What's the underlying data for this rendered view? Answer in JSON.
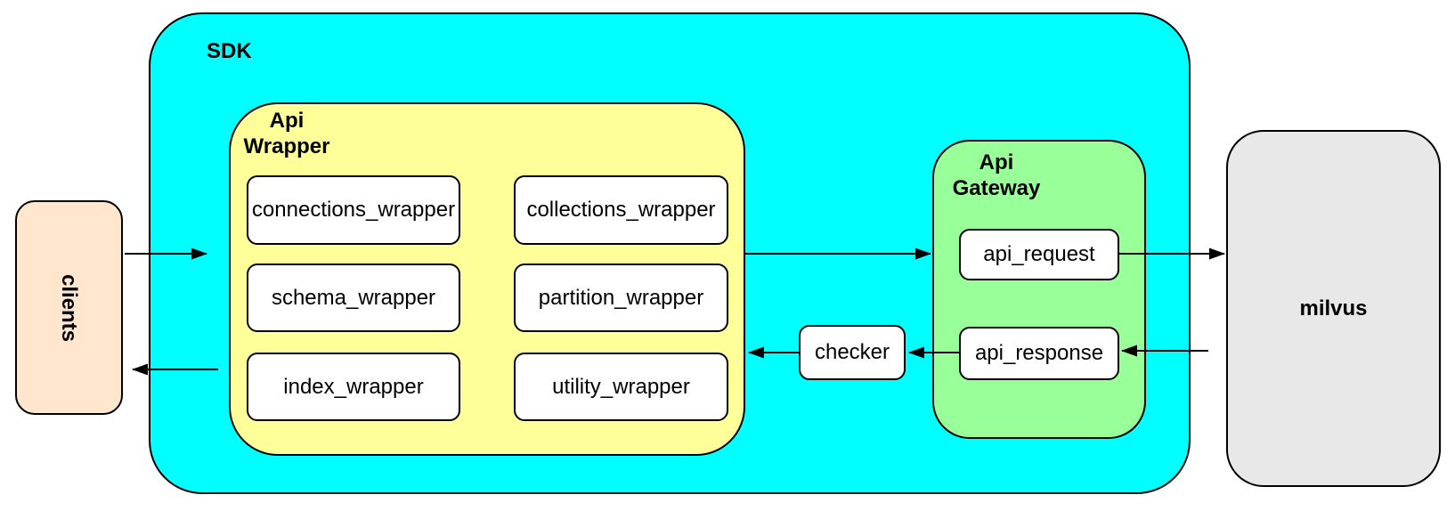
{
  "diagram": {
    "clients": {
      "label": "clients"
    },
    "sdk": {
      "label": "SDK"
    },
    "api_wrapper": {
      "label": "Api\nWrapper",
      "boxes": [
        "connections_wrapper",
        "collections_wrapper",
        "schema_wrapper",
        "partition_wrapper",
        "index_wrapper",
        "utility_wrapper"
      ]
    },
    "checker": {
      "label": "checker"
    },
    "api_gateway": {
      "label": "Api\nGateway",
      "boxes": [
        "api_request",
        "api_response"
      ]
    },
    "milvus": {
      "label": "milvus"
    },
    "edges": [
      {
        "from": "clients",
        "to": "sdk"
      },
      {
        "from": "api_wrapper",
        "to": "api_gateway"
      },
      {
        "from": "api_request",
        "to": "milvus"
      },
      {
        "from": "milvus",
        "to": "api_response"
      },
      {
        "from": "api_response",
        "to": "checker"
      },
      {
        "from": "checker",
        "to": "api_wrapper"
      },
      {
        "from": "sdk",
        "to": "clients"
      }
    ],
    "colors": {
      "sdk_fill": "#00ffff",
      "api_wrapper_fill": "#ffff99",
      "api_gateway_fill": "#99ff99",
      "clients_fill": "#ffe6cc",
      "milvus_fill": "#e8e8e8",
      "box_fill": "#ffffff",
      "border": "#000000",
      "background": "#ffffff"
    }
  }
}
